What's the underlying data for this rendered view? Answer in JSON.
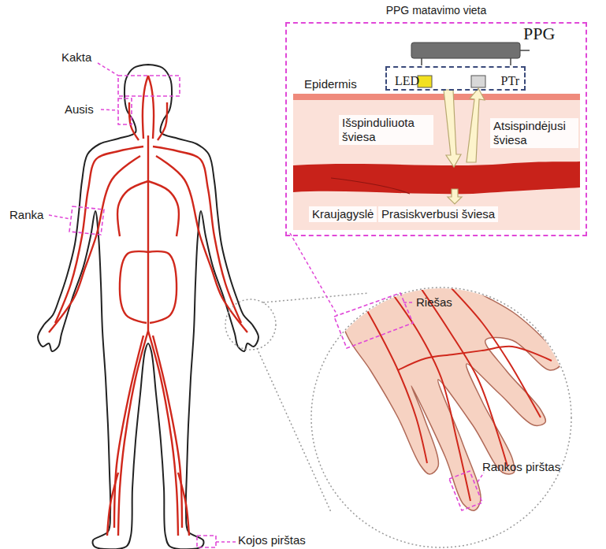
{
  "diagram": {
    "nodes": [
      {
        "text": [
          "PPG matavimo vieta"
        ]
      },
      {
        "text": [
          "LED",
          "PTr"
        ],
        "in": 0
      }
    ],
    "labels": [
      "PPG",
      "Epidermis",
      "Išspinduliuota šviesa",
      "Atsispindėjusi šviesa",
      "Kraujagyslė",
      "Prasiskverbusi šviesa",
      "Kakta",
      "Ausis",
      "Ranka",
      "Riešas",
      "Rankos pirštas",
      "Kojos pirštas"
    ]
  }
}
